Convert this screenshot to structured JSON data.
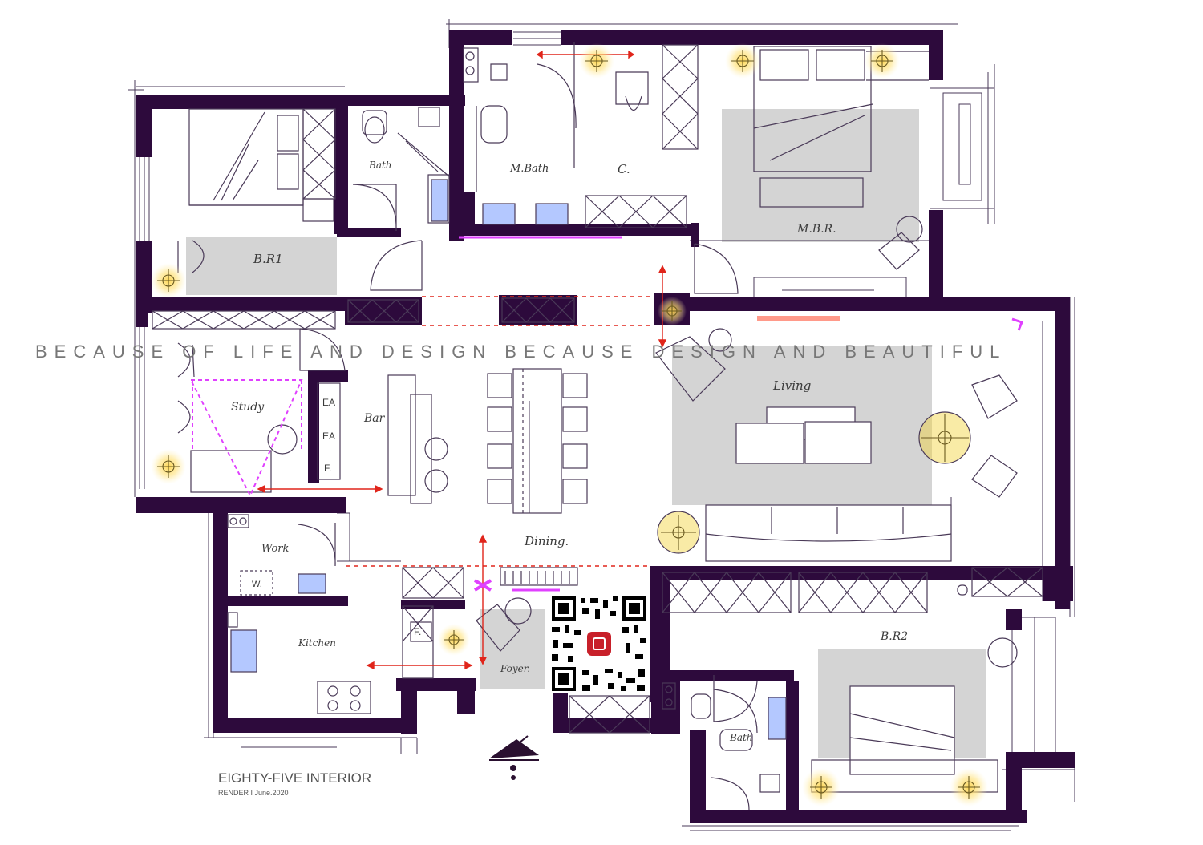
{
  "watermark": "BECAUSE OF LIFE AND DESIGN BECAUSE DESIGN AND BEAUTIFUL",
  "rooms": {
    "br1": "B.R1",
    "bath_top": "Bath",
    "master_bath": "M.Bath",
    "closet": "C.",
    "mbr": "M.B.R.",
    "study": "Study",
    "bar": "Bar",
    "living": "Living",
    "dining": "Dining.",
    "work": "Work",
    "kitchen": "Kitchen",
    "foyer": "Foyer.",
    "br2": "B.R2",
    "bath_bottom": "Bath"
  },
  "cabinet_tags": {
    "ea1": "EA",
    "ea2": "EA",
    "f1": "F.",
    "w": "W.",
    "f2": "F."
  },
  "brand": {
    "title": "EIGHTY-FIVE INTERIOR",
    "subtitle": "RENDER  I  June.2020"
  },
  "colors": {
    "wall": "#2d0a3c",
    "line": "#4a3a58",
    "rug": "#d4d4d4",
    "fixture": "#b4c8ff",
    "glow": "#ffd54a",
    "lamp": "#f2d23a",
    "dim_line": "#e0251b",
    "accent": "#e040ff"
  }
}
